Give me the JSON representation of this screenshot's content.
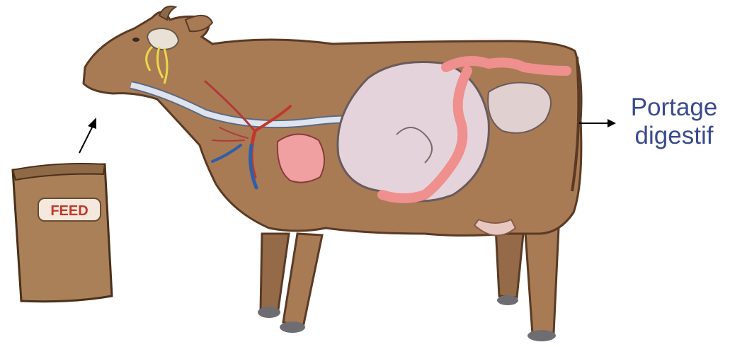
{
  "feed_bag": {
    "label": "FEED"
  },
  "portage": {
    "line1": "Portage",
    "line2": "digestif"
  },
  "colors": {
    "cow_body": "#a87b55",
    "cow_outline": "#5a3a24",
    "esophagus": "#dfe3ee",
    "rumen": "#e5d3dc",
    "intestine": "#ef8f8e",
    "heart": "#f0a0a0",
    "label_blue": "#3a4a8c",
    "bag": "#a98058"
  },
  "icons": [
    "arrow-up-icon",
    "arrow-right-icon"
  ]
}
